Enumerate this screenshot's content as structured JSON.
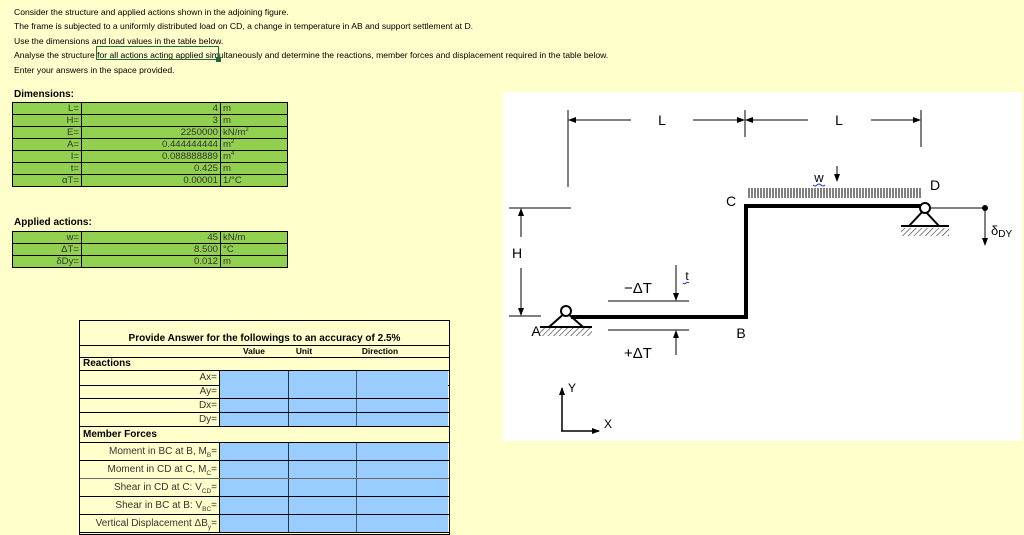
{
  "instructions": {
    "lines": [
      "Consider the structure and applied actions shown in the adjoining figure.",
      "The frame is subjected to a  uniformly distributed load on CD, a change in temperature in AB and support settlement at D.",
      "Use the dimensions and load values in the table below.",
      "Analyse the structure for all actions acting applied simultaneously and determine the reactions, member forces and displacement required in the table below.",
      "Enter your answers in the space provided."
    ]
  },
  "dimensions": {
    "title": "Dimensions:",
    "rows": [
      {
        "label": "L=",
        "value": "4",
        "unit": "m",
        "unit_sup": ""
      },
      {
        "label": "H=",
        "value": "3",
        "unit": "m",
        "unit_sup": ""
      },
      {
        "label": "E=",
        "value": "2250000",
        "unit": "kN/m",
        "unit_sup": "2"
      },
      {
        "label": "A=",
        "value": "0.444444444",
        "unit": "m",
        "unit_sup": "2"
      },
      {
        "label": "I=",
        "value": "0.088888889",
        "unit": "m",
        "unit_sup": "4"
      },
      {
        "label": "t=",
        "value": "0.425",
        "unit": "m",
        "unit_sup": ""
      },
      {
        "label": "αT=",
        "value": "0.00001",
        "unit": "1/°C",
        "unit_sup": ""
      }
    ]
  },
  "applied_actions": {
    "title": "Applied actions:",
    "rows": [
      {
        "label": "w=",
        "value": "45",
        "unit": "kN/m"
      },
      {
        "label": "ΔT=",
        "value": "8.500",
        "unit": "°C"
      },
      {
        "label": "δDy=",
        "value": "0.012",
        "unit": "m"
      }
    ]
  },
  "answer_table": {
    "title": "Provide Answer for the followings to an accuracy of 2.5%",
    "columns": {
      "value": "Value",
      "unit": "Unit",
      "direction": "Direction"
    },
    "reactions_header": "Reactions",
    "reactions": [
      {
        "label": "Ax=",
        "value": "",
        "unit": "",
        "direction": ""
      },
      {
        "label": "Ay=",
        "value": "",
        "unit": "",
        "direction": ""
      },
      {
        "label": "Dx=",
        "value": "",
        "unit": "",
        "direction": ""
      },
      {
        "label": "Dy=",
        "value": "",
        "unit": "",
        "direction": ""
      }
    ],
    "member_forces_header": "Member Forces",
    "member_forces": [
      {
        "label_main": "Moment in BC at B, M",
        "label_sub": "B",
        "value": "",
        "unit": "",
        "direction": ""
      },
      {
        "label_main": "Moment in CD at C, M",
        "label_sub": "C",
        "value": "",
        "unit": "",
        "direction": ""
      },
      {
        "label_main": "Shear in CD at C: V",
        "label_sub": "CD",
        "value": "",
        "unit": "",
        "direction": ""
      },
      {
        "label_main": "Shear in BC at B: V",
        "label_sub": "BC",
        "value": "",
        "unit": "",
        "direction": ""
      },
      {
        "label_main": "Vertical Displacement ΔB",
        "label_sub": "y",
        "value": "",
        "unit": "",
        "direction": ""
      }
    ]
  },
  "diagram": {
    "labels": {
      "span_L1": "L",
      "span_L2": "L",
      "height": "H",
      "load": "w",
      "node_A": "A",
      "node_B": "B",
      "node_C": "C",
      "node_D": "D",
      "temp_top": "−ΔT",
      "temp_bottom": "+ΔT",
      "thickness": "t",
      "settlement": "δ",
      "settlement_sub": "DY",
      "axis_x": "X",
      "axis_y": "Y"
    }
  }
}
